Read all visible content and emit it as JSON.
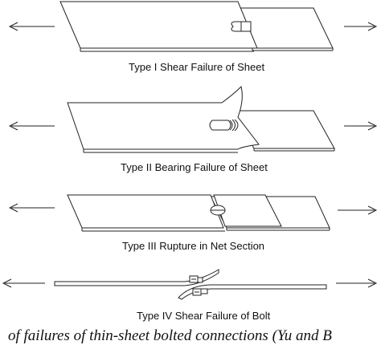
{
  "figures": [
    {
      "caption": "Type I Shear Failure of Sheet"
    },
    {
      "caption": "Type II Bearing Failure of Sheet"
    },
    {
      "caption": "Type III Rupture in Net Section"
    },
    {
      "caption": "Type IV Shear Failure of Bolt"
    }
  ],
  "bottom_caption": "of failures of thin-sheet bolted connections (Yu and B",
  "colors": {
    "line": "#222222",
    "background": "#ffffff"
  },
  "icons": [
    "arrow-left-icon",
    "arrow-right-icon"
  ]
}
